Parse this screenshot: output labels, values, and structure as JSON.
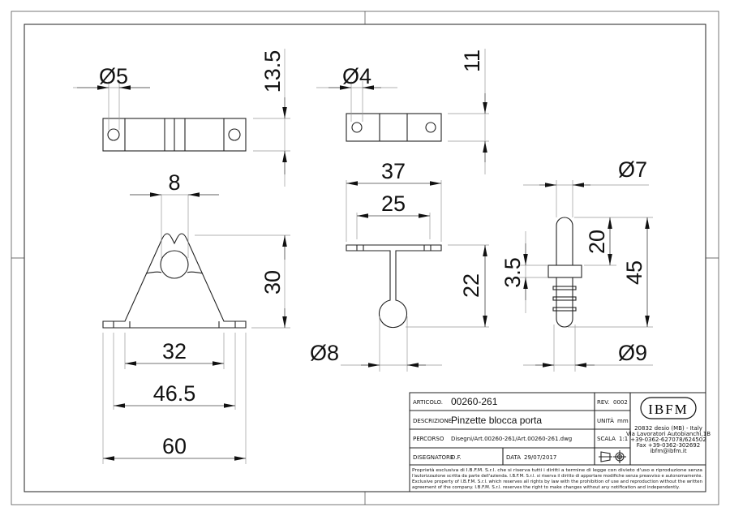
{
  "dimensions": {
    "left_hole": "Ø5",
    "left_thickness": "13.5",
    "left_gap": "8",
    "left_height": "30",
    "left_w1": "32",
    "left_w2": "46.5",
    "left_w3": "60",
    "mid_hole": "Ø4",
    "mid_thickness": "11",
    "mid_w1": "37",
    "mid_w2": "25",
    "mid_height": "22",
    "mid_ball": "Ø8",
    "pin_top": "Ø7",
    "pin_upper": "20",
    "pin_collar": "3.5",
    "pin_total": "45",
    "pin_collar_dia": "Ø9"
  },
  "title_block": {
    "articolo_label": "ARTICOLO.",
    "articolo": "00260-261",
    "rev_label": "REV.",
    "rev": "0002",
    "descrizione_label": "DESCRIZIONE",
    "descrizione": "Pinzette blocca porta",
    "unita_label": "UNITÀ",
    "unita": "mm",
    "percorso_label": "PERCORSO",
    "percorso": "Disegni/Art.00260-261/Art.00260-261.dwg",
    "scala_label": "SCALA",
    "scala": "1:1",
    "disegnatore_label": "DISEGNATORE",
    "disegnatore": "D.F.",
    "data_label": "DATA",
    "data": "29/07/2017",
    "logo": "IBFM",
    "address": [
      "20832 desio (MB) - Italy",
      "Via Lavoratori Autobianchi,1B",
      "+39-0362-627078/624502",
      "Fax +39-0362-302692",
      "ibfm@ibfm.it"
    ],
    "notes": [
      "Proprietà esclusiva di I.B.F.M. S.r.l. che si riserva tutti i diritti a termine di legge con divieto d'uso e riproduzione senza",
      "l'autorizzazione scritta da parte dell'azienda. I.B.F.M. S.r.l. si riserva il diritto di apportare modifiche senza preavviso e autonomamente.",
      "Exclusive property of I.B.F.M. S.r.l. which reserves all rights by law with the prohibition of use and reproduction without the written",
      "agreement of the company. I.B.F.M. S.r.l. reserves the right to make changes without any notification and independently."
    ]
  }
}
